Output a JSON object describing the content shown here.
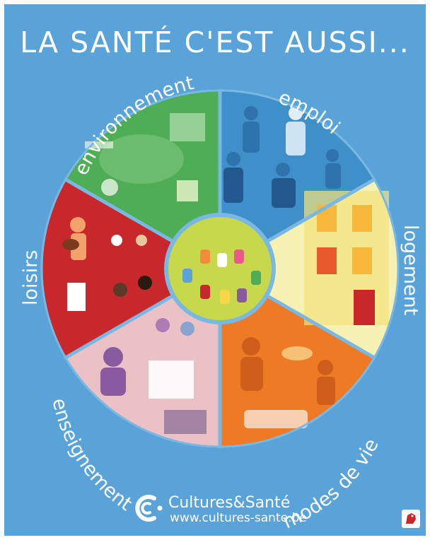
{
  "title": "LA SANTÉ C'EST AUSSI...",
  "segments": [
    {
      "label": "emploi",
      "color": "#3f8fc9"
    },
    {
      "label": "logement",
      "color": "#f7f1b4"
    },
    {
      "label": "modes de vie",
      "color": "#ee7a25"
    },
    {
      "label": "enseignement",
      "color": "#ecc1c6"
    },
    {
      "label": "loisirs",
      "color": "#c8282b"
    },
    {
      "label": "environnement",
      "color": "#4fae55"
    }
  ],
  "center": {
    "color": "#c7d84a"
  },
  "logo": {
    "name": "Cultures&Santé",
    "url": "www.cultures-sante.be"
  },
  "colors": {
    "background": "#5aa3d8",
    "text": "#ffffff",
    "divider": "#7ab8e4"
  }
}
